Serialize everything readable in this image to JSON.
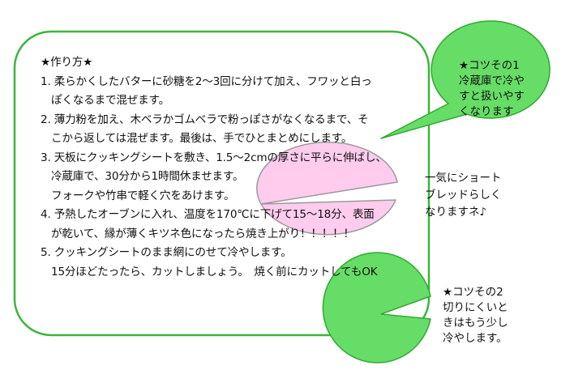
{
  "colors": {
    "main_border": "#3db53d",
    "green_fill": "#66dd66",
    "green_border": "#34a834",
    "pink_fill": "#ffccee",
    "pink_border": "#9a9a9a"
  },
  "main": {
    "lines": [
      "★作り方★",
      "1. 柔らかくしたバターに砂糖を2～3回に分けて加え、フワッと白っ",
      "ぽくなるまで混ぜます。",
      "2. 薄力粉を加え、木ベラかゴムベラで粉っぽさがなくなるまで、そ",
      "こから返しては混ぜます。最後は、手でひとまとめにします。",
      "3. 天板にクッキングシートを敷き、1.5～2cmの厚さに平らに伸ばし、",
      "冷蔵庫で、30分から1時間休ませます。",
      "フォークや竹串で軽く穴をあけます。",
      "4. 予熱したオーブンに入れ、温度を170℃に下げて15～18分、表面",
      "が乾いて、縁が薄くキツネ色になったら焼き上がり！！！！！",
      "5. クッキングシートのまま網にのせて冷やします。",
      "15分ほどたったら、カットしましょう。　焼く前にカットしてもOK"
    ]
  },
  "bubbles": {
    "tip1": [
      "★コツその1",
      "冷蔵庫で冷や",
      "すと扱いやす",
      "くなります"
    ],
    "pink": [
      "一気にショート",
      "ブレッドらしく",
      "なりますネ♪"
    ],
    "tip2": [
      "★コツその2",
      "切りにくいと",
      "きはもう少し",
      "冷やします。"
    ]
  }
}
